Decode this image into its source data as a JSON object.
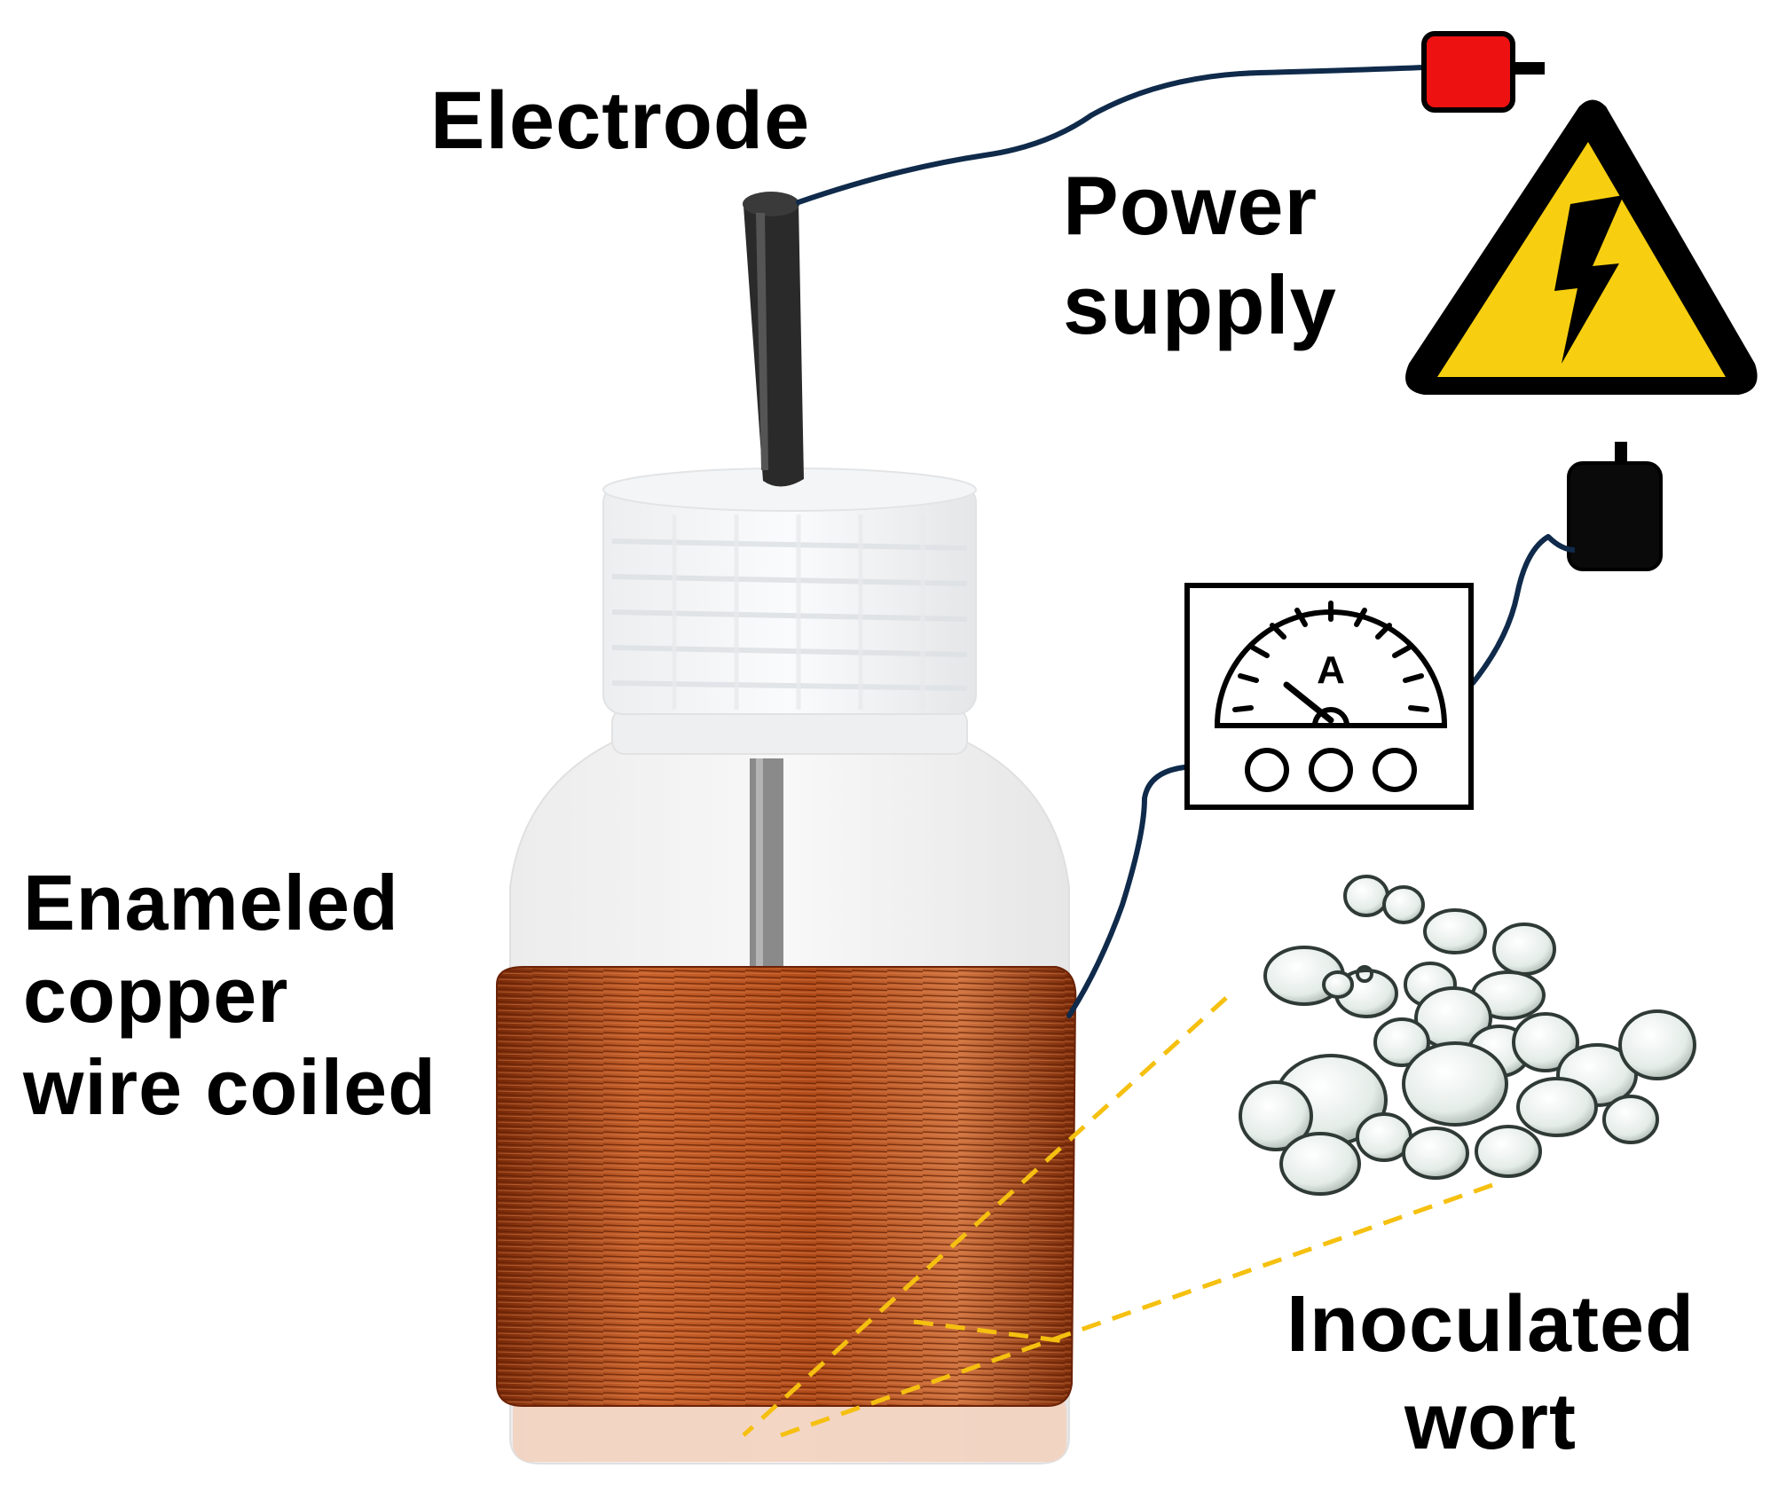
{
  "labels": {
    "electrode": "Electrode",
    "power_supply": [
      "Power",
      "supply"
    ],
    "copper_coil": [
      "Enameled",
      "copper",
      "wire coiled"
    ],
    "wort": [
      "Inoculated",
      "wort"
    ],
    "ammeter_unit": "A"
  },
  "colors": {
    "wire": "#0f2a4a",
    "copper": "#b24c1e",
    "warning_yellow": "#f7cf10",
    "plug_red": "#ee1111",
    "guide_dash": "#f5c010"
  },
  "icons": [
    "electrode-rod",
    "power-plug-red",
    "high-voltage-warning-icon",
    "power-plug-black",
    "ammeter-icon",
    "yeast-cells",
    "bottle"
  ]
}
